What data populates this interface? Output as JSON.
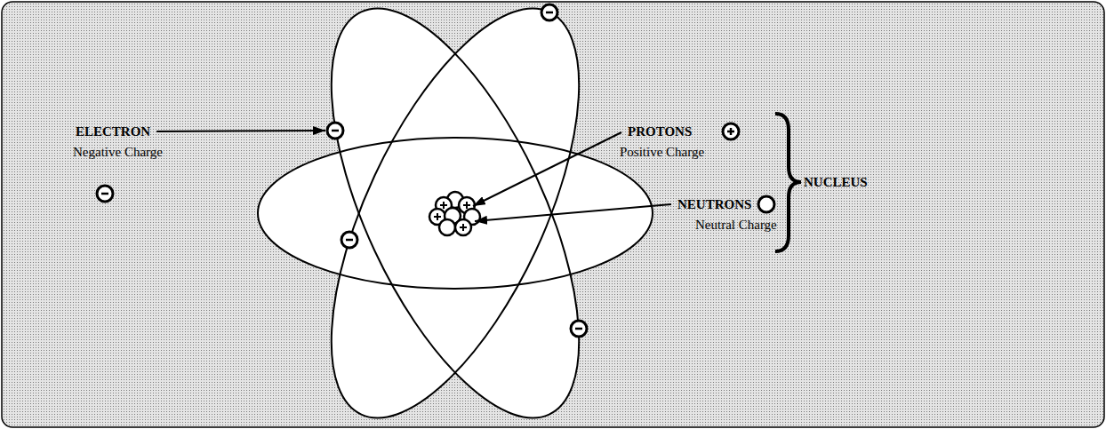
{
  "diagram": {
    "labels": [
      "ELECTRON",
      "Negative Charge",
      "PROTONS",
      "Positive Charge",
      "NEUTRONS",
      "Neutral Charge",
      "NUCLEUS"
    ]
  }
}
